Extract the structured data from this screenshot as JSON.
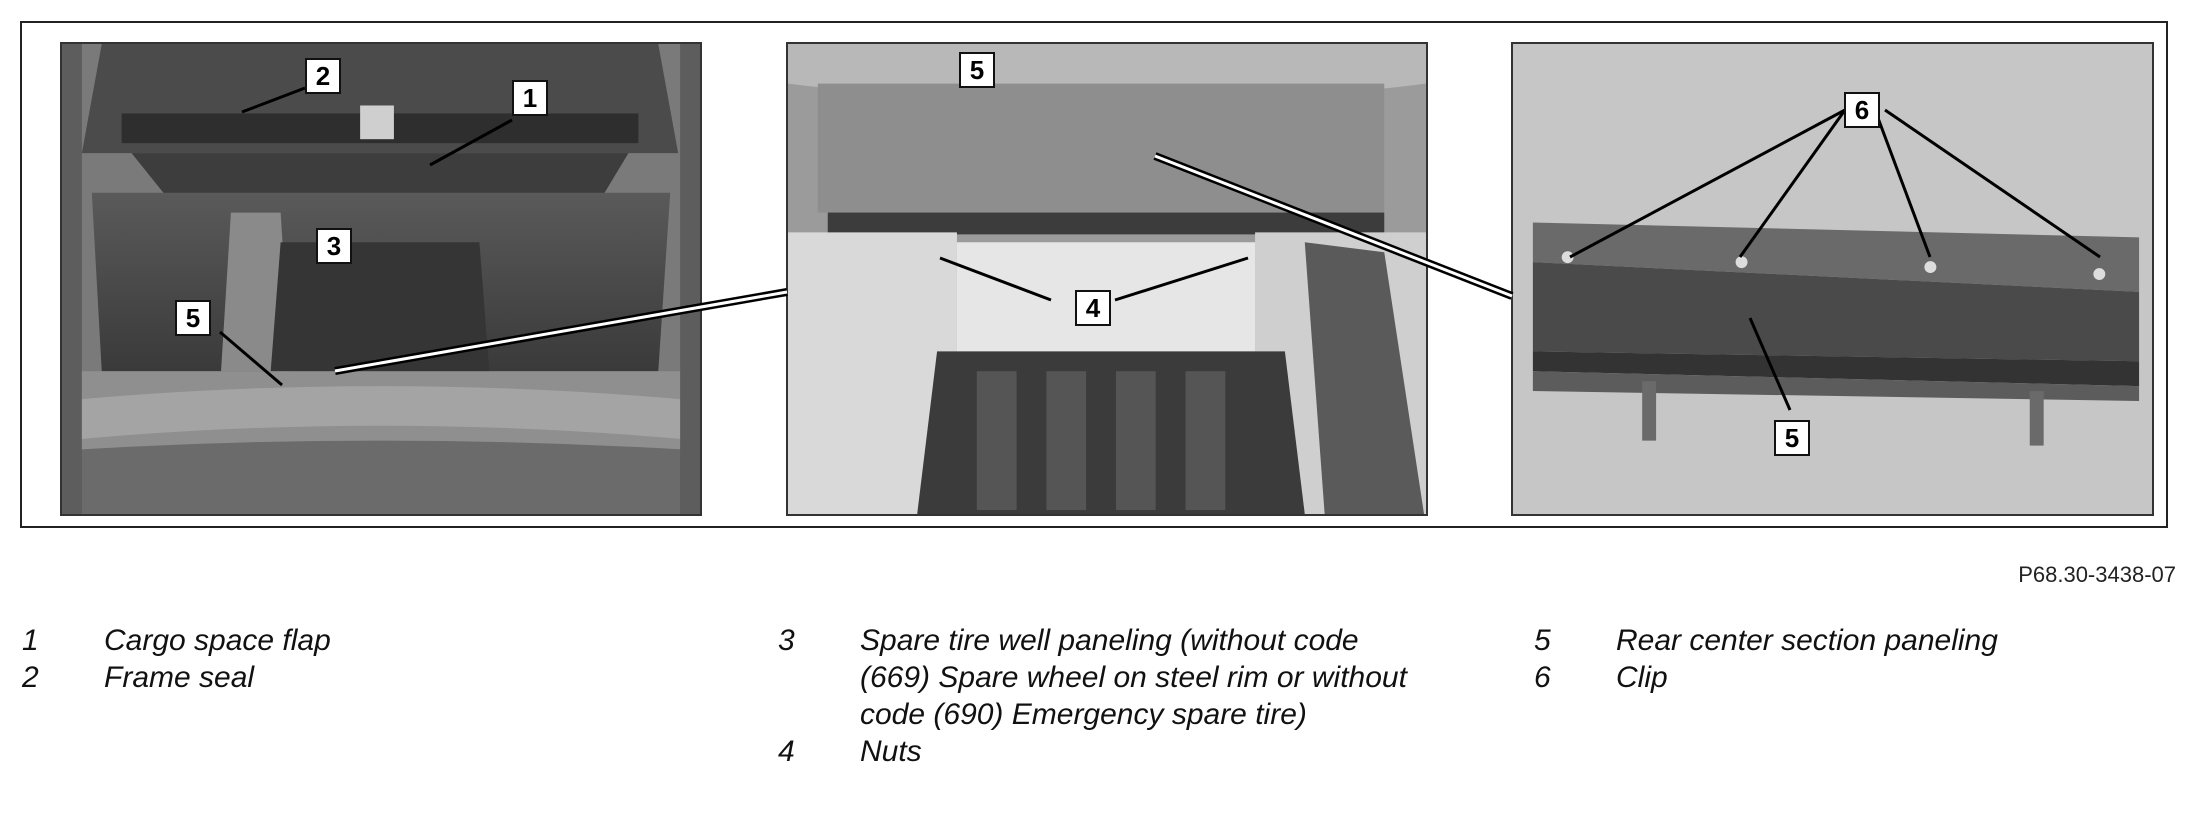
{
  "figure": {
    "code": "P68.30-3438-07",
    "callouts": {
      "c1": "1",
      "c2": "2",
      "c3": "3",
      "c4": "4",
      "c5a": "5",
      "c5b": "5",
      "c5c": "5",
      "c6": "6"
    }
  },
  "legend": [
    {
      "num": "1",
      "text": "Cargo space flap"
    },
    {
      "num": "2",
      "text": "Frame seal"
    },
    {
      "num": "3",
      "text": "Spare tire well paneling (without code (669) Spare wheel on steel rim or without code (690) Emergency spare tire)"
    },
    {
      "num": "4",
      "text": "Nuts"
    },
    {
      "num": "5",
      "text": "Rear center section paneling"
    },
    {
      "num": "6",
      "text": "Clip"
    }
  ]
}
